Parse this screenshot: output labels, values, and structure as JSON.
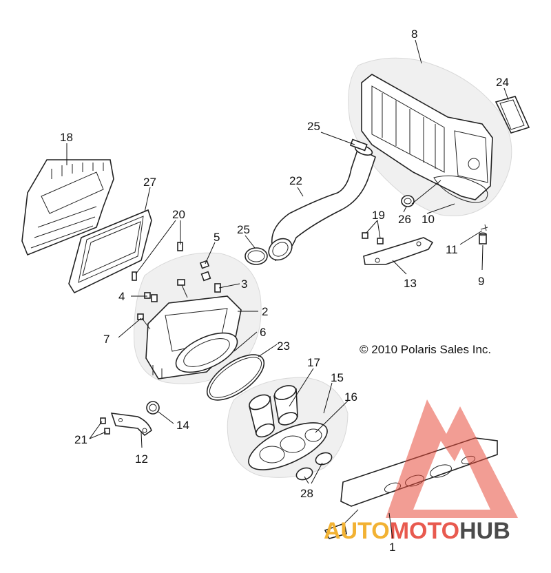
{
  "copyright": "© 2010 Polaris Sales Inc.",
  "watermark": {
    "part1": "AUTO",
    "part2": "MOTO",
    "part3": "HUB",
    "colors": {
      "auto": "#f2b233",
      "moto": "#e85a4f",
      "hub": "#4b4b4b",
      "triangle": "#e74c3c"
    }
  },
  "callouts": {
    "c1": "1",
    "c2": "2",
    "c3": "3",
    "c4": "4",
    "c5": "5",
    "c6": "6",
    "c7": "7",
    "c8": "8",
    "c9": "9",
    "c10": "10",
    "c11": "11",
    "c12": "12",
    "c13": "13",
    "c14": "14",
    "c15": "15",
    "c16": "16",
    "c17": "17",
    "c18": "18",
    "c19": "19",
    "c20": "20",
    "c21": "21",
    "c22": "22",
    "c23": "23",
    "c24": "24",
    "c25a": "25",
    "c25b": "25",
    "c26": "26",
    "c27": "27",
    "c28": "28"
  }
}
